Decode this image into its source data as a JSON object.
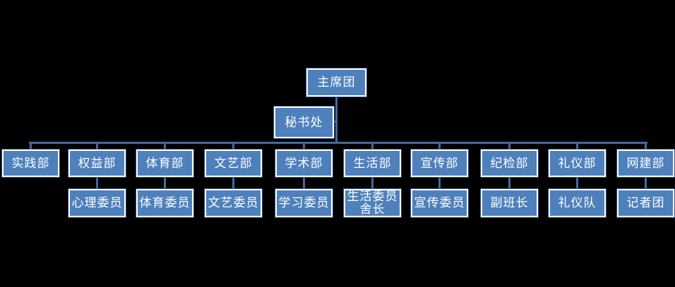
{
  "org": {
    "root": {
      "label": "主席团"
    },
    "secretariat": {
      "label": "秘书处"
    },
    "departments": [
      {
        "label": "实践部",
        "member": null
      },
      {
        "label": "权益部",
        "member": "心理委员"
      },
      {
        "label": "体育部",
        "member": "体育委员"
      },
      {
        "label": "文艺部",
        "member": "文艺委员"
      },
      {
        "label": "学术部",
        "member": "学习委员"
      },
      {
        "label": "生活部",
        "member": "生活委员舍长"
      },
      {
        "label": "宣传部",
        "member": "宣传委员"
      },
      {
        "label": "纪检部",
        "member": "副班长"
      },
      {
        "label": "礼仪部",
        "member": "礼仪队"
      },
      {
        "label": "网建部",
        "member": "记者团"
      }
    ],
    "colors": {
      "background": "#000000",
      "node_fill": "#4E80BC",
      "node_border": "#FFFFFF",
      "node_edge": "#2E4D78",
      "connector": "#44699F",
      "text": "#FFFFFF"
    }
  }
}
